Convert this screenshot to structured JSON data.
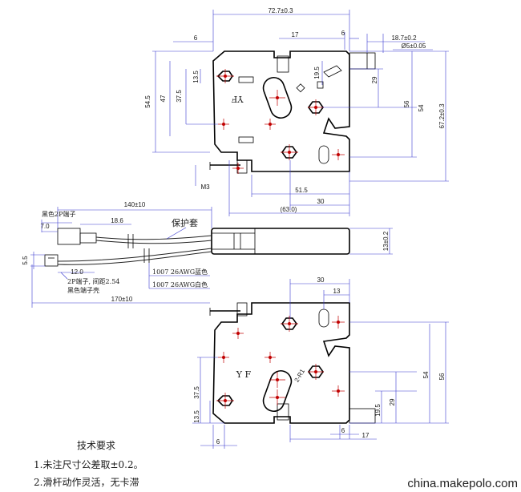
{
  "top_view": {
    "dims": {
      "overall_width": "72.7±0.3",
      "left_offset": "6",
      "d17": "17",
      "d6": "6",
      "pin_len": "18.7±0.2",
      "pin_dia": "Ø5±0.05",
      "d13_5": "13.5",
      "d19_5": "19.5",
      "d29": "29",
      "d37_5": "37.5",
      "d47": "47",
      "d54_5": "54.5",
      "d56": "56",
      "d54": "54",
      "height": "67.2±0.3",
      "m3": "M3",
      "d51_5": "51.5",
      "d30": "30",
      "d63": "(63.0)"
    },
    "mark": "YF"
  },
  "side_view": {
    "thickness": "13±0.2",
    "protective_sleeve": "保护套",
    "length_total": "140±10",
    "connector_label": "黑色2P端子",
    "d7": "7.0",
    "d18_6": "18.6",
    "d5_5": "5.5",
    "d12": "12.0",
    "terminal_note_1": "2P端子, 间距2.54",
    "terminal_note_2": "黑色端子壳",
    "wire_blue": "1007 26AWG蓝色",
    "wire_white": "1007 26AWG白色",
    "length_170": "170±10"
  },
  "bottom_view": {
    "d30": "30",
    "d13": "13",
    "r_label": "2-R1",
    "mark": "Y F",
    "d56": "56",
    "d54": "54",
    "d29": "29",
    "d19_5": "19.5",
    "d37_5": "37.5",
    "d13_5": "13.5",
    "d6l": "6",
    "d6r": "6",
    "d17": "17"
  },
  "notes": {
    "title": "技术要求",
    "line1": "1.未注尺寸公差取±0.2。",
    "line2": "2.滑杆动作灵活，无卡滞"
  },
  "watermark": "china.makepolo.com"
}
